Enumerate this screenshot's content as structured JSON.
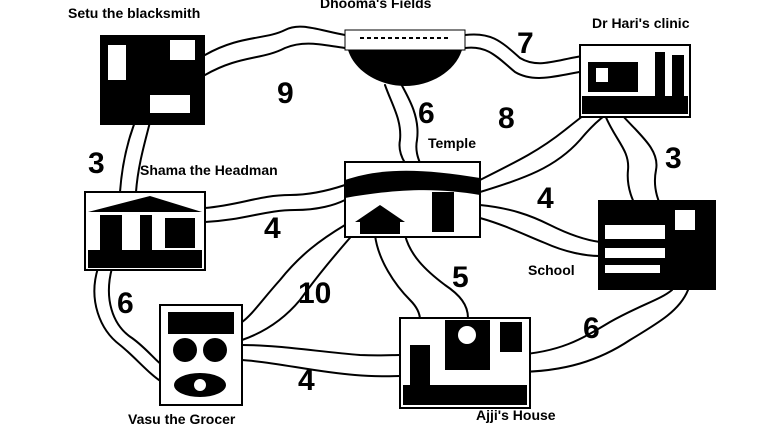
{
  "places": [
    {
      "id": "setu",
      "label": "Setu the blacksmith"
    },
    {
      "id": "fields",
      "label": "Dhooma's Fields"
    },
    {
      "id": "clinic",
      "label": "Dr Hari's clinic"
    },
    {
      "id": "shama",
      "label": "Shama the Headman"
    },
    {
      "id": "temple",
      "label": "Temple"
    },
    {
      "id": "school",
      "label": "School"
    },
    {
      "id": "vasu",
      "label": "Vasu the Grocer"
    },
    {
      "id": "ajji",
      "label": "Ajji's House"
    }
  ],
  "roads": [
    {
      "from": "setu",
      "to": "fields",
      "distance": "9"
    },
    {
      "from": "fields",
      "to": "clinic",
      "distance": "7"
    },
    {
      "from": "fields",
      "to": "temple",
      "distance": "6"
    },
    {
      "from": "temple",
      "to": "clinic",
      "distance": "8"
    },
    {
      "from": "clinic",
      "to": "school",
      "distance": "3"
    },
    {
      "from": "setu",
      "to": "shama",
      "distance": "3"
    },
    {
      "from": "shama",
      "to": "temple",
      "distance": "4"
    },
    {
      "from": "temple",
      "to": "school",
      "distance": "4"
    },
    {
      "from": "shama",
      "to": "vasu",
      "distance": "6"
    },
    {
      "from": "temple",
      "to": "vasu",
      "distance": "10"
    },
    {
      "from": "temple",
      "to": "ajji",
      "distance": "5"
    },
    {
      "from": "vasu",
      "to": "ajji",
      "distance": "4"
    },
    {
      "from": "ajji",
      "to": "school",
      "distance": "6"
    }
  ]
}
